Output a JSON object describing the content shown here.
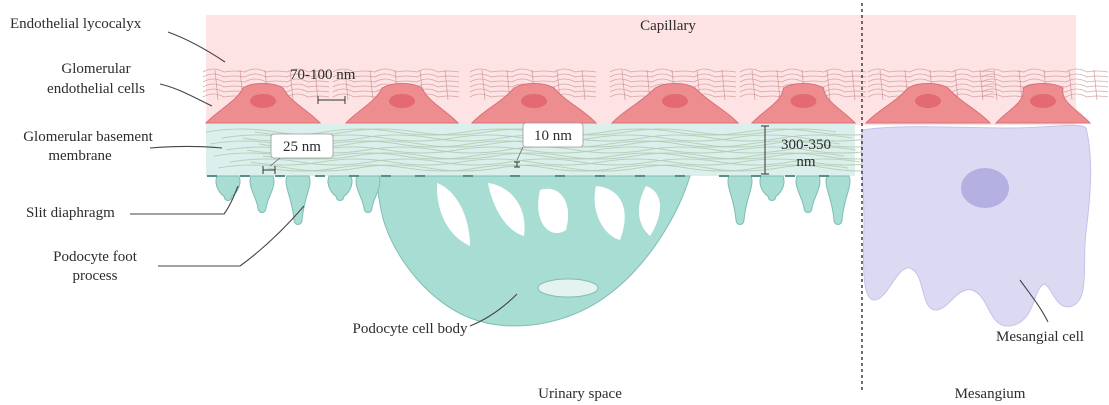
{
  "regions": {
    "capillary": "Capillary",
    "urinary_space": "Urinary space",
    "mesangium": "Mesangium"
  },
  "labels": {
    "endothelial_glycocalyx": "Endothelial lycocalyx",
    "glomerular_endothelial_cells_line1": "Glomerular",
    "glomerular_endothelial_cells_line2": "endothelial cells",
    "gbm_line1": "Glomerular basement",
    "gbm_line2": "membrane",
    "slit_diaphragm": "Slit diaphragm",
    "podocyte_foot_process_line1": "Podocyte foot",
    "podocyte_foot_process_line2": "process",
    "podocyte_cell_body": "Podocyte cell body",
    "mesangial_cell": "Mesangial cell"
  },
  "measurements": {
    "fenestration": "70-100 nm",
    "slit_width": "25 nm",
    "gbm_fiber_gap": "10 nm",
    "gbm_thickness_line1": "300-350",
    "gbm_thickness_line2": "nm"
  },
  "colors": {
    "capillary_fill": "#fde3e4",
    "endothelial_cell": "#ee8d8f",
    "endothelial_nucleus": "#e26a70",
    "gbm_fill": "#dbf0ec",
    "podocyte": "#a8ddd4",
    "podocyte_stroke": "#7fbdb2",
    "mesangial_cell": "#dcdaf3",
    "mesangial_nucleus": "#b4b0e2"
  }
}
